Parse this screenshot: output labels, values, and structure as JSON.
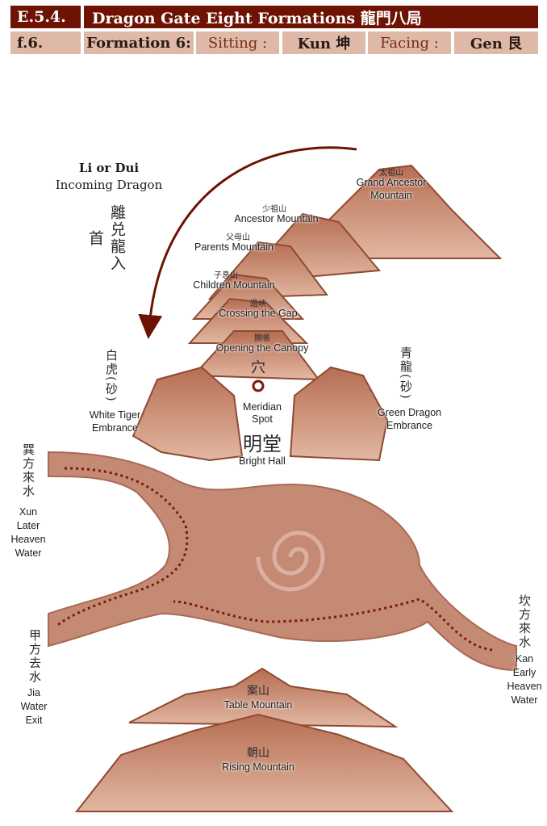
{
  "header": {
    "section": "E.5.4.",
    "title": "Dragon Gate Eight Formations 龍門八局",
    "sub": "f.6.",
    "formation": "Formation 6:",
    "sitting_label": "Sitting :",
    "sitting_value": "Kun 坤",
    "facing_label": "Facing :",
    "facing_value": "Gen 艮"
  },
  "diagram": {
    "incoming": {
      "title": "Li or Dui",
      "subtitle": "Incoming Dragon",
      "cn": "離兑龍入首"
    },
    "mountains": [
      {
        "cn": "太祖山",
        "en1": "Grand Ancestor",
        "en2": "Mountain"
      },
      {
        "cn": "少祖山",
        "en1": "Ancestor Mountain"
      },
      {
        "cn": "父母山",
        "en1": "Parents Mountain"
      },
      {
        "cn": "子息山",
        "en1": "Children Mountain"
      },
      {
        "cn": "過峽",
        "en1": "Crossing the Gap"
      },
      {
        "cn": "開帳",
        "en1": "Opening the Canopy"
      }
    ],
    "meridian": {
      "cn": "穴",
      "en1": "Meridian",
      "en2": "Spot"
    },
    "bright_hall": {
      "cn": "明堂",
      "en": "Bright Hall"
    },
    "white_tiger": {
      "cn": "白虎(砂)",
      "en1": "White Tiger",
      "en2": "Embrance"
    },
    "green_dragon": {
      "cn": "青龍(砂)",
      "en1": "Green Dragon",
      "en2": "Embrance"
    },
    "xun": {
      "cn": "巽方來水",
      "l1": "Xun",
      "l2": "Later",
      "l3": "Heaven",
      "l4": "Water"
    },
    "jia": {
      "cn": "甲方去水",
      "l1": "Jia",
      "l2": "Water",
      "l3": "Exit"
    },
    "kan": {
      "cn": "坎方來水",
      "l1": "Kan",
      "l2": "Early",
      "l3": "Heaven",
      "l4": "Water"
    },
    "table": {
      "cn": "案山",
      "en": "Table Mountain"
    },
    "rising": {
      "cn": "朝山",
      "en": "Rising Mountain"
    }
  },
  "colors": {
    "header_dark": "#6e1204",
    "header_light": "#dfb9a8",
    "mountain": "#c98a6e",
    "mountain_edge": "#8e4a32",
    "water": "#c48a74",
    "arrow": "#6e1204"
  }
}
